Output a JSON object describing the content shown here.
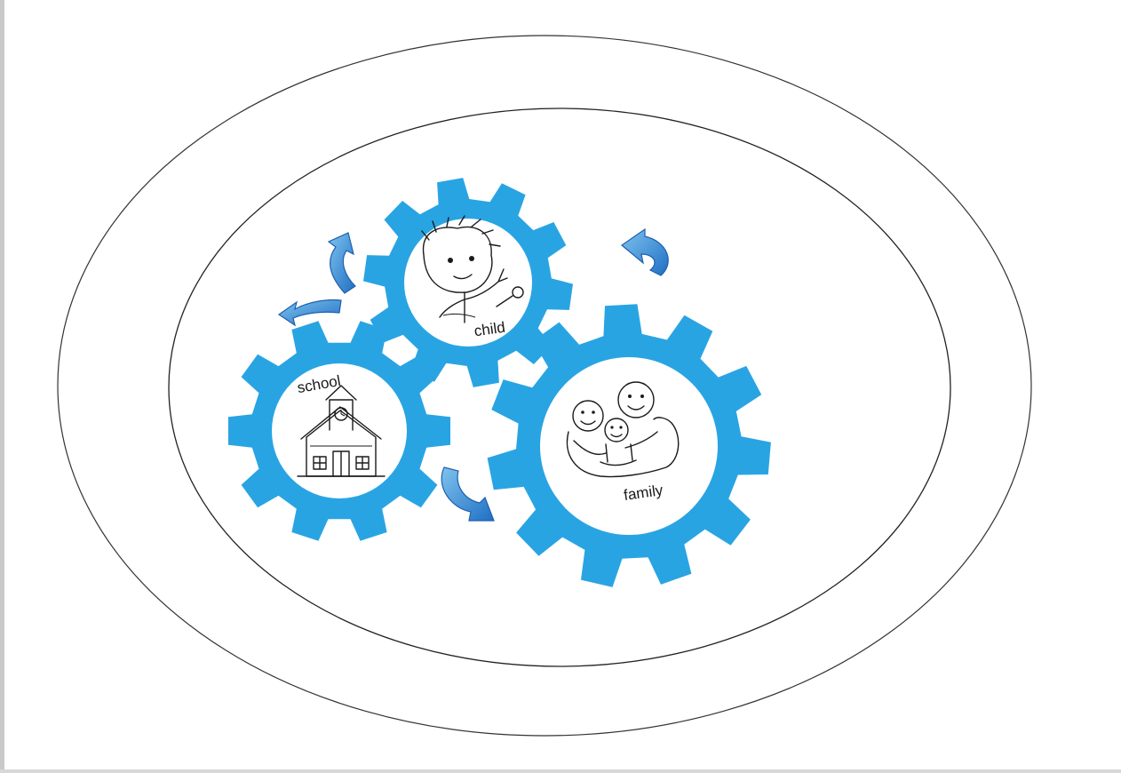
{
  "colors": {
    "gear": "#29a4e3",
    "arrow": "#2f7fd0",
    "ellipse_stroke": "#333333",
    "frame_left": "#c9c9c9"
  },
  "gears": [
    {
      "id": "child",
      "label": "child",
      "icon": "child-drawing"
    },
    {
      "id": "school",
      "label": "school",
      "icon": "school-building"
    },
    {
      "id": "family",
      "label": "family",
      "icon": "family-drawing"
    }
  ],
  "arrows": [
    {
      "id": "arrow-top-left-up",
      "icon": "curved-arrow-icon"
    },
    {
      "id": "arrow-left",
      "icon": "curved-arrow-icon"
    },
    {
      "id": "arrow-top-right",
      "icon": "curved-arrow-icon"
    },
    {
      "id": "arrow-bottom",
      "icon": "curved-arrow-icon"
    }
  ]
}
